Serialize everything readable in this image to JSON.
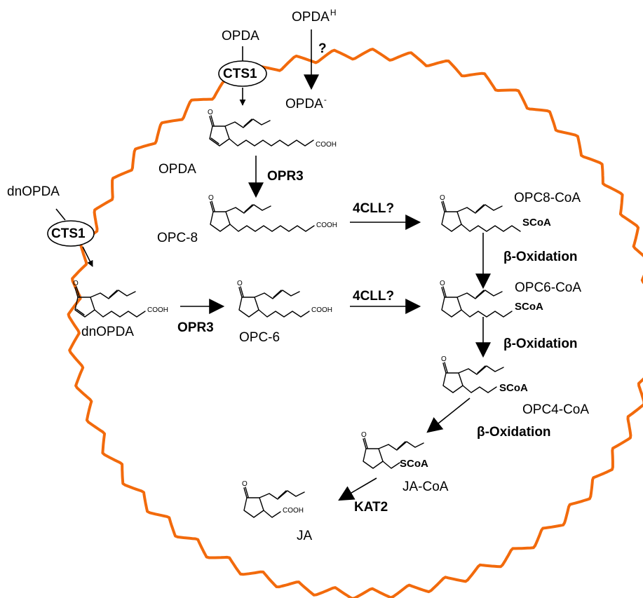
{
  "membrane": {
    "color": "#F26A0C"
  },
  "transporters": {
    "top": "CTS1",
    "left": "CTS1"
  },
  "external": {
    "opda": "OPDA",
    "opdah": "OPDA",
    "opdah_sup": "H",
    "dnopda": "dnOPDA"
  },
  "unknown_mark": "?",
  "molecules": {
    "opda_minus": "OPDA",
    "opda_minus_sup": "-",
    "opda": "OPDA",
    "opc8": "OPC-8",
    "opc8coa": "OPC8-CoA",
    "dnopda": "dnOPDA",
    "opc6": "OPC-6",
    "opc6coa": "OPC6-CoA",
    "opc4coa": "OPC4-CoA",
    "jacoa": "JA-CoA",
    "ja": "JA"
  },
  "enzymes": {
    "opr3_a": "OPR3",
    "opr3_b": "OPR3",
    "fourcll_a": "4CLL?",
    "fourcll_b": "4CLL?",
    "beta_ox_1": "β-Oxidation",
    "beta_ox_2": "β-Oxidation",
    "beta_ox_3": "β-Oxidation",
    "kat2": "KAT2"
  },
  "structure_groups": {
    "o": "O",
    "cooh": "COOH",
    "scoa": "SCoA"
  }
}
